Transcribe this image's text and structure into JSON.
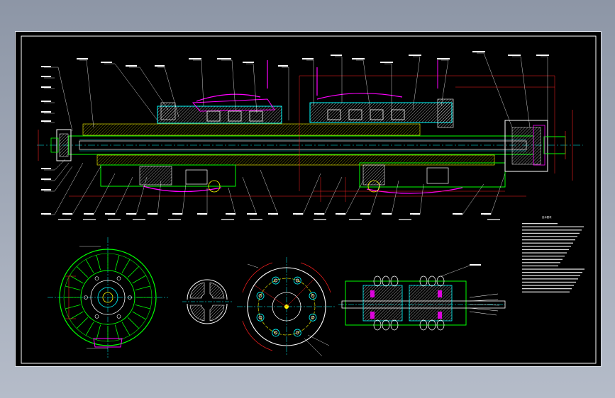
{
  "colors": {
    "background": "#000000",
    "outline": "#ffffff",
    "part": "#00ff00",
    "center": "#00ffff",
    "dimension": "#ff2020",
    "hatch": "#ffff00",
    "bolt": "#ff00ff",
    "callout": "#ffffff"
  },
  "views": {
    "main": "shaft-assembly-section",
    "clutch_disc": "friction-disc-view",
    "half_disc": "half-section-view",
    "flange": "bolt-flange-view",
    "partial": "partial-assembly-section"
  },
  "notes_block": {
    "title": "技术要求",
    "lines": [
      "",
      "",
      "",
      "",
      "",
      "",
      "",
      ""
    ]
  }
}
